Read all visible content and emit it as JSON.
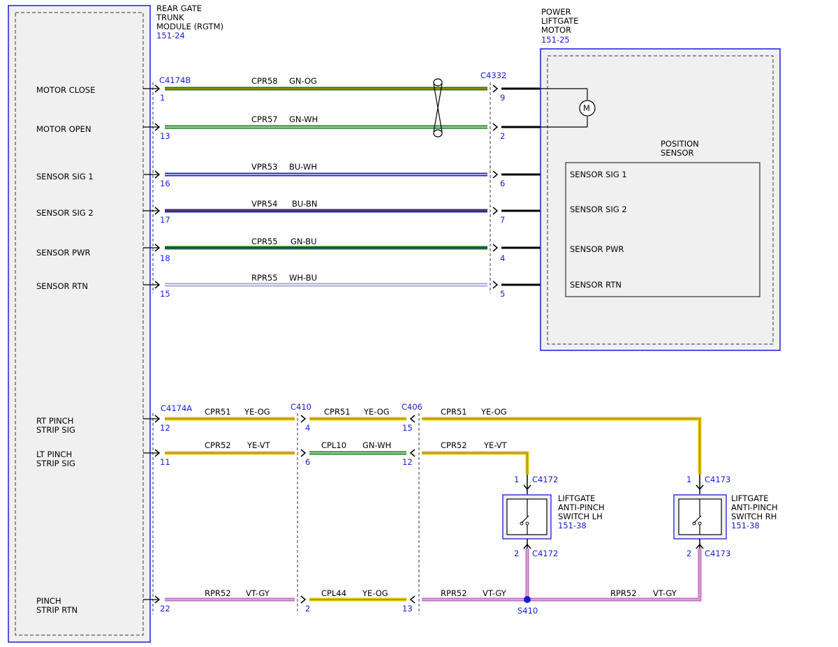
{
  "modules": {
    "rgtm": {
      "name_lines": [
        "REAR GATE",
        "TRUNK",
        "MODULE (RGTM)"
      ],
      "ref": "151-24"
    },
    "motor": {
      "name_lines": [
        "POWER",
        "LIFTGATE",
        "MOTOR"
      ],
      "ref": "151-25"
    },
    "position_sensor": {
      "name_lines": [
        "POSITION",
        "SENSOR"
      ]
    },
    "switch_lh": {
      "name_lines": [
        "LIFTGATE",
        "ANTI-PINCH",
        "SWITCH LH"
      ],
      "ref": "151-38"
    },
    "switch_rh": {
      "name_lines": [
        "LIFTGATE",
        "ANTI-PINCH",
        "SWITCH RH"
      ],
      "ref": "151-38"
    }
  },
  "signals": {
    "motor_close": [
      "MOTOR CLOSE"
    ],
    "motor_open": [
      "MOTOR OPEN"
    ],
    "sensor_sig1": [
      "SENSOR SIG 1"
    ],
    "sensor_sig2": [
      "SENSOR SIG 2"
    ],
    "sensor_pwr": [
      "SENSOR PWR"
    ],
    "sensor_rtn": [
      "SENSOR RTN"
    ],
    "rt_pinch": [
      "RT PINCH",
      "STRIP SIG"
    ],
    "lt_pinch": [
      "LT PINCH",
      "STRIP SIG"
    ],
    "pinch_rtn": [
      "PINCH",
      "STRIP RTN"
    ]
  },
  "sensor_pins": [
    "SENSOR SIG 1",
    "SENSOR SIG 2",
    "SENSOR PWR",
    "SENSOR RTN"
  ],
  "connectors": {
    "c4174b": "C4174B",
    "c4332": "C4332",
    "c4174a": "C4174A",
    "c410": "C410",
    "c406": "C406",
    "c4172_top": "C4172",
    "c4172_bot": "C4172",
    "c4173_top": "C4173",
    "c4173_bot": "C4173",
    "s410": "S410"
  },
  "upper_wires": [
    {
      "circuit": "CPR58",
      "color": "GN-OG",
      "pin_a": "1",
      "pin_b": "9",
      "stroke": "#1a7a1a",
      "stripe": "#e08a00"
    },
    {
      "circuit": "CPR57",
      "color": "GN-WH",
      "pin_a": "13",
      "pin_b": "2",
      "stroke": "#1a7a1a",
      "stripe": "#ffffff"
    },
    {
      "circuit": "VPR53",
      "color": "BU-WH",
      "pin_a": "16",
      "pin_b": "6",
      "stroke": "#2020c8",
      "stripe": "#ffffff"
    },
    {
      "circuit": "VPR54",
      "color": "BU-BN",
      "pin_a": "17",
      "pin_b": "7",
      "stroke": "#2020c8",
      "stripe": "#7a4a1a"
    },
    {
      "circuit": "CPR55",
      "color": "GN-BU",
      "pin_a": "18",
      "pin_b": "4",
      "stroke": "#1a7a1a",
      "stripe": "#2020c8"
    },
    {
      "circuit": "RPR55",
      "color": "WH-BU",
      "pin_a": "15",
      "pin_b": "5",
      "stroke": "#b8c0e8",
      "stripe": "#ffffff"
    }
  ],
  "lower_wires": {
    "rt": {
      "seg1": {
        "circuit": "CPR51",
        "color": "YE-OG",
        "pin": "12"
      },
      "seg2": {
        "circuit": "CPR51",
        "color": "YE-OG",
        "pin": "4"
      },
      "seg3": {
        "circuit": "CPR51",
        "color": "YE-OG",
        "pin": "15"
      },
      "switch_pin": "1"
    },
    "lt": {
      "seg1": {
        "circuit": "CPR52",
        "color": "YE-VT",
        "pin": "11"
      },
      "seg2": {
        "circuit": "CPL10",
        "color": "GN-WH",
        "pin": "6"
      },
      "seg3": {
        "circuit": "CPR52",
        "color": "YE-VT",
        "pin": "12"
      },
      "switch_pin": "1"
    },
    "rtn": {
      "seg1": {
        "circuit": "RPR52",
        "color": "VT-GY",
        "pin": "22"
      },
      "seg2": {
        "circuit": "CPL44",
        "color": "YE-OG",
        "pin": "2"
      },
      "seg3": {
        "circuit": "RPR52",
        "color": "VT-GY",
        "pin": "13"
      },
      "seg4": {
        "circuit": "RPR52",
        "color": "VT-GY"
      },
      "lh_pin": "2",
      "rh_pin": "2"
    }
  },
  "wire_colors": {
    "yellow": "#e8c800",
    "yellow_dark": "#8a7400",
    "green": "#1a7a1a",
    "violet": "#c070c0",
    "violet_light": "#e8c0e8",
    "module_border": "#1a1adc",
    "module_fill": "#f0f0f0"
  }
}
